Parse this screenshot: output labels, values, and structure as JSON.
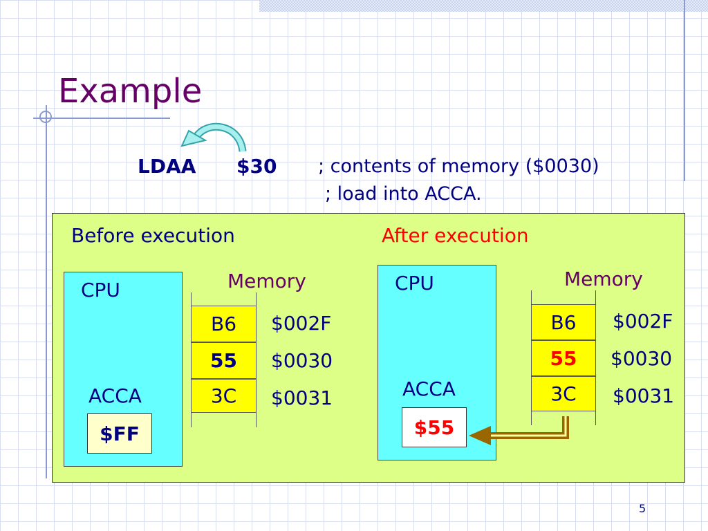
{
  "slide": {
    "title": "Example",
    "page_number": "5"
  },
  "instruction": {
    "opcode": "LDAA",
    "operand": "$30",
    "comment_line1": "; contents of memory ($0030)",
    "comment_line2": "; load into ACCA."
  },
  "before": {
    "heading": "Before execution",
    "cpu_label": "CPU",
    "acc_label": "ACCA",
    "acc_value": "$FF",
    "memory_label": "Memory",
    "memory": [
      {
        "value": "B6",
        "address": "$002F"
      },
      {
        "value": "55",
        "address": "$0030"
      },
      {
        "value": "3C",
        "address": "$0031"
      }
    ]
  },
  "after": {
    "heading": "After execution",
    "cpu_label": "CPU",
    "acc_label": "ACCA",
    "acc_value": "$55",
    "memory_label": "Memory",
    "memory": [
      {
        "value": "B6",
        "address": "$002F"
      },
      {
        "value": "55",
        "address": "$0030"
      },
      {
        "value": "3C",
        "address": "$0031"
      }
    ]
  },
  "colors": {
    "title": "#660066",
    "text": "#000080",
    "highlight": "#ff0000",
    "panel": "#ddff88",
    "cpu": "#66ffff",
    "memory_cell": "#ffff00",
    "arrow": "#996600"
  }
}
